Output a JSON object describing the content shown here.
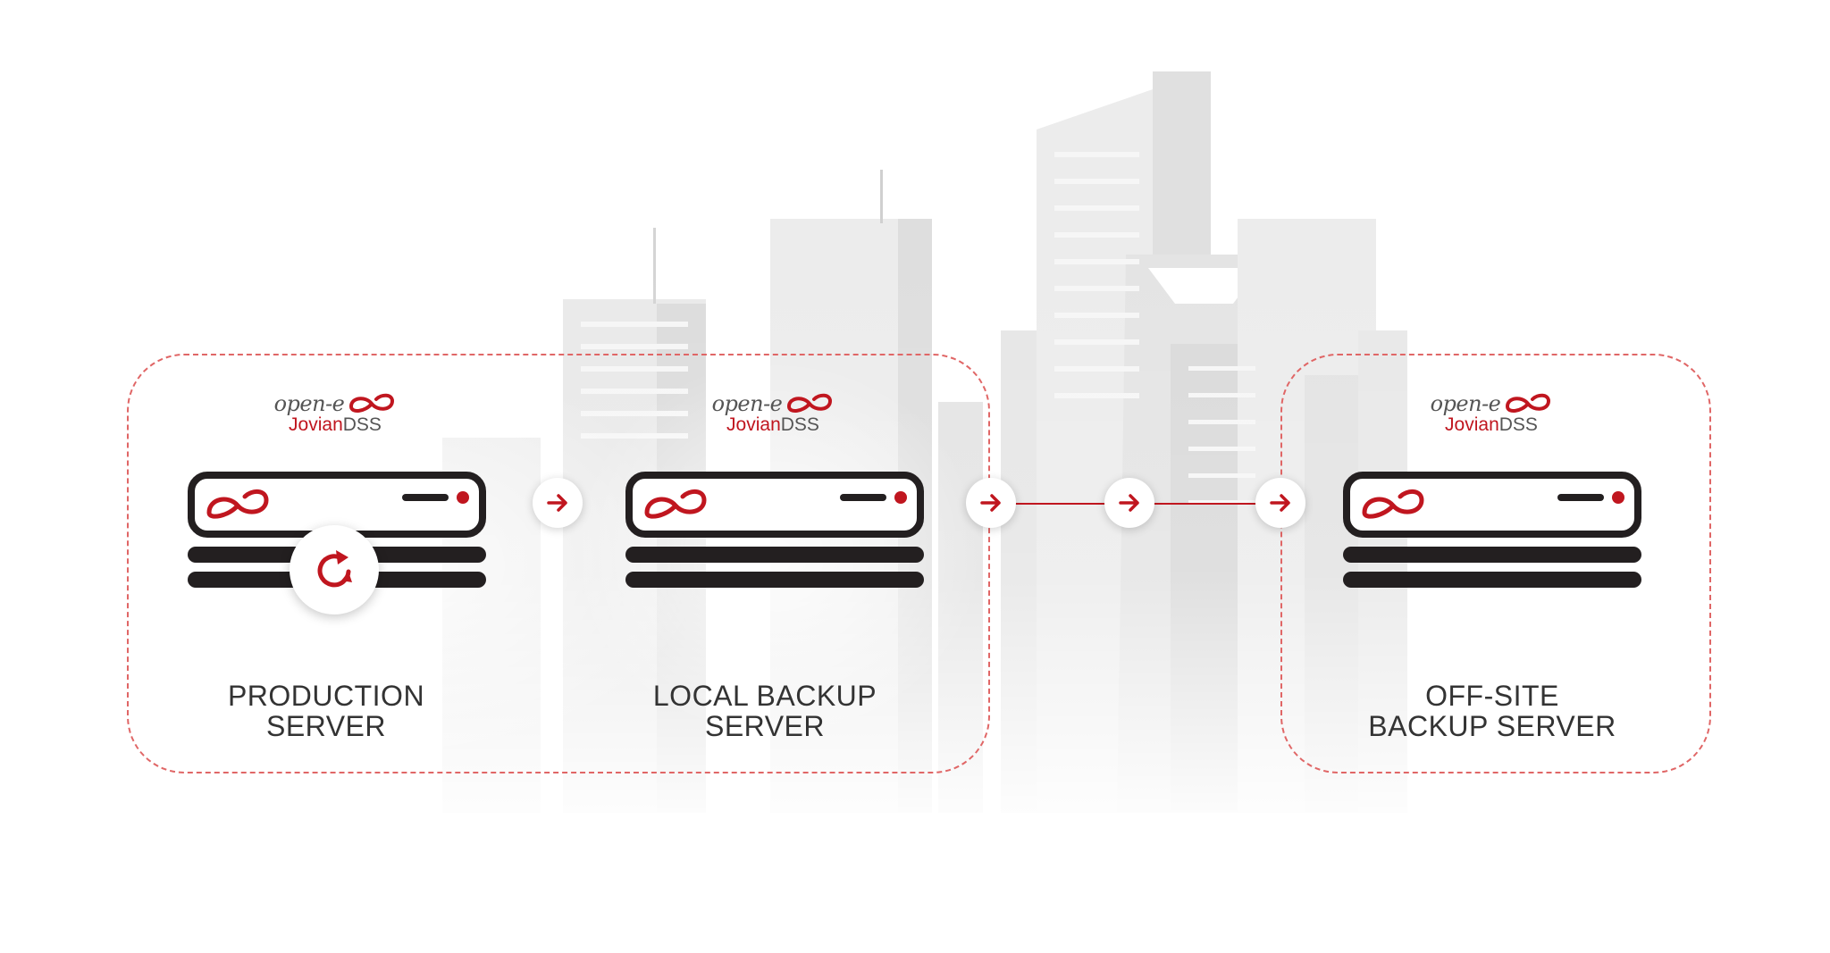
{
  "brand": {
    "open_text": "open-e",
    "product_prefix": "Jovian",
    "product_suffix": "DSS",
    "accent_color": "#c0161f",
    "icon": "infinity-logo-icon"
  },
  "nodes": [
    {
      "id": "production",
      "label_line1": "PRODUCTION",
      "label_line2": "SERVER",
      "has_refresh": true
    },
    {
      "id": "local",
      "label_line1": "LOCAL BACKUP",
      "label_line2": "SERVER",
      "has_refresh": false
    },
    {
      "id": "offsite",
      "label_line1": "OFF-SITE",
      "label_line2": "BACKUP SERVER",
      "has_refresh": false
    }
  ],
  "icons": {
    "arrow": "arrow-right-icon",
    "refresh": "refresh-icon",
    "server": "server-rack-icon"
  },
  "colors": {
    "accent": "#c0161f",
    "server_dark": "#231f20",
    "zone_border": "#e06666",
    "label_text": "#333333"
  }
}
